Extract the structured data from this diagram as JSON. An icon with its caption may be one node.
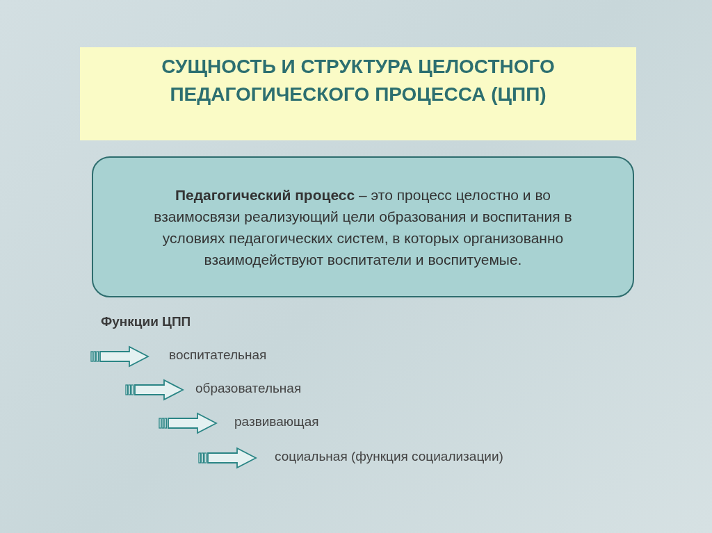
{
  "diagram": {
    "title": "СУЩНОСТЬ И СТРУКТУРА ЦЕЛОСТНОГО ПЕДАГОГИЧЕСКОГО ПРОЦЕССА (ЦПП)",
    "nodes": [
      {
        "text": [
          "**Педагогический процесс** – это процесс целостно и во взаимосвязи реализующий цели образования и воспитания в условиях педагогических систем, в которых организованно взаимодействуют воспитатели и воспитуемые."
        ]
      }
    ],
    "labels": [
      "Функции ЦПП",
      "воспитательная",
      "образовательная",
      "развивающая",
      "социальная (функция социализации)"
    ]
  }
}
